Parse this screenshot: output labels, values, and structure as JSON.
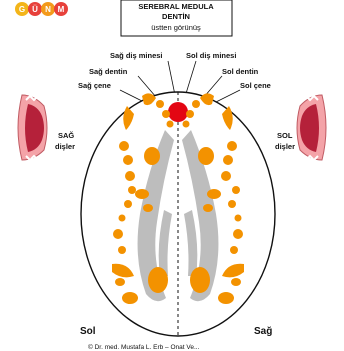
{
  "logo": {
    "letters": [
      "G",
      "Ü",
      "N",
      "M"
    ],
    "colors": [
      "#f3b51a",
      "#e7413b",
      "#f39a1b",
      "#e7413b"
    ]
  },
  "title": {
    "line1": "SEREBRAL MEDULA",
    "line2": "DENTİN",
    "line3": "üstten görünüş"
  },
  "labels": {
    "sag_dis_minesi": "Sağ diş minesi",
    "sol_dis_minesi": "Sol diş minesi",
    "sag_dentin": "Sağ dentin",
    "sol_dentin": "Sol dentin",
    "sag_cene": "Sağ çene",
    "sol_cene": "Sol çene",
    "sag_disler_1": "SAĞ",
    "sag_disler_2": "dişler",
    "sol_disler_1": "SOL",
    "sol_disler_2": "dişler",
    "bottom_left": "Sol",
    "bottom_right": "Sağ"
  },
  "footer": {
    "copyright": "© Dr. med. Mustafa L. Erb – Onat Ve..."
  },
  "colors": {
    "orange": "#f39200",
    "red": "#e30613",
    "gray": "#bdbdbd",
    "outline": "#111111"
  }
}
